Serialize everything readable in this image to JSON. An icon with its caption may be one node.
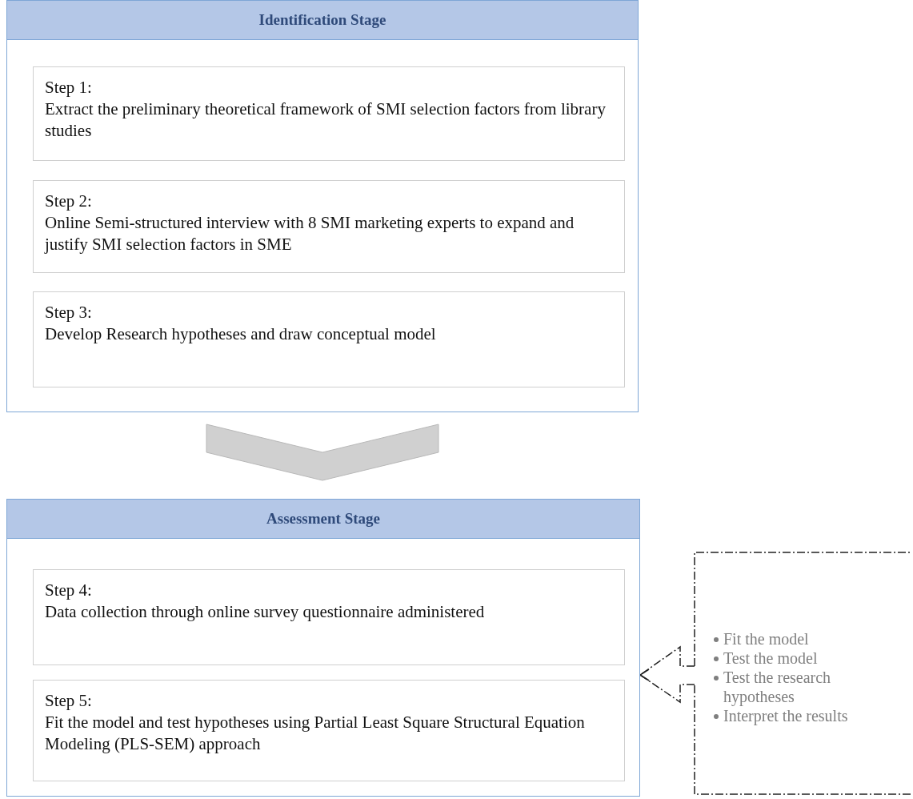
{
  "diagram": {
    "nodes": [
      {
        "text": [
          "Identification Stage"
        ]
      },
      {
        "text": [
          "Step 1:",
          "Extract the preliminary theoretical framework of SMI selection factors from library studies"
        ],
        "in": 0
      },
      {
        "text": [
          "Step 2:",
          "Online Semi-structured interview with 8 SMI marketing experts to expand and justify SMI selection factors in SME"
        ],
        "in": 0
      },
      {
        "text": [
          "Step 3:",
          "Develop Research hypotheses and draw conceptual model"
        ],
        "in": 0
      },
      {
        "text": [
          "Assessment Stage"
        ]
      },
      {
        "text": [
          "Step 4:",
          "Data collection through online survey questionnaire administered"
        ],
        "in": 4
      },
      {
        "text": [
          "Step 5:",
          "Fit the model and test hypotheses using Partial Least Square Structural Equation Modeling (PLS-SEM) approach"
        ],
        "in": 4
      },
      {
        "text": [
          "Fit the model",
          "Test the model",
          "Test the research hypotheses",
          "Interpret the results"
        ]
      }
    ],
    "edges": [
      {
        "from": 0,
        "to": 4,
        "arrow": "to",
        "style": "thick",
        "color": "#d0d0d0"
      },
      {
        "from": 7,
        "to": 4,
        "arrow": "to",
        "style": "dashed"
      }
    ]
  }
}
